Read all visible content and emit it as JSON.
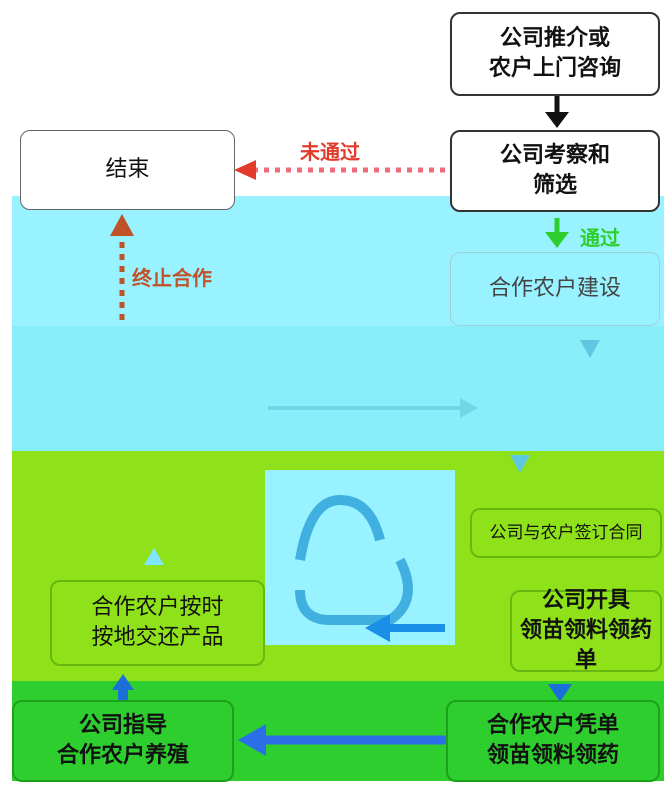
{
  "nodes": {
    "referral": "公司推介或\n农户上门咨询",
    "review": "公司考察和\n筛选",
    "end": "结束",
    "cooperation": "合作农户建设",
    "contract": "公司与农户签订合同",
    "issue": "公司开具\n领苗领料领药单",
    "receive": "合作农户凭单\n领苗领料领药",
    "guide": "公司指导\n合作农户养殖",
    "deliver": "合作农户按时\n按地交还产品"
  },
  "edges": {
    "fail": "未通过",
    "pass": "通过",
    "terminate": "终止合作"
  },
  "colors": {
    "cyan": "#99f2ff",
    "lime": "#8fe21a",
    "green": "#2fce2f",
    "blue": "#2b8be8",
    "red": "#e23b2b",
    "brown": "#c0522a"
  }
}
